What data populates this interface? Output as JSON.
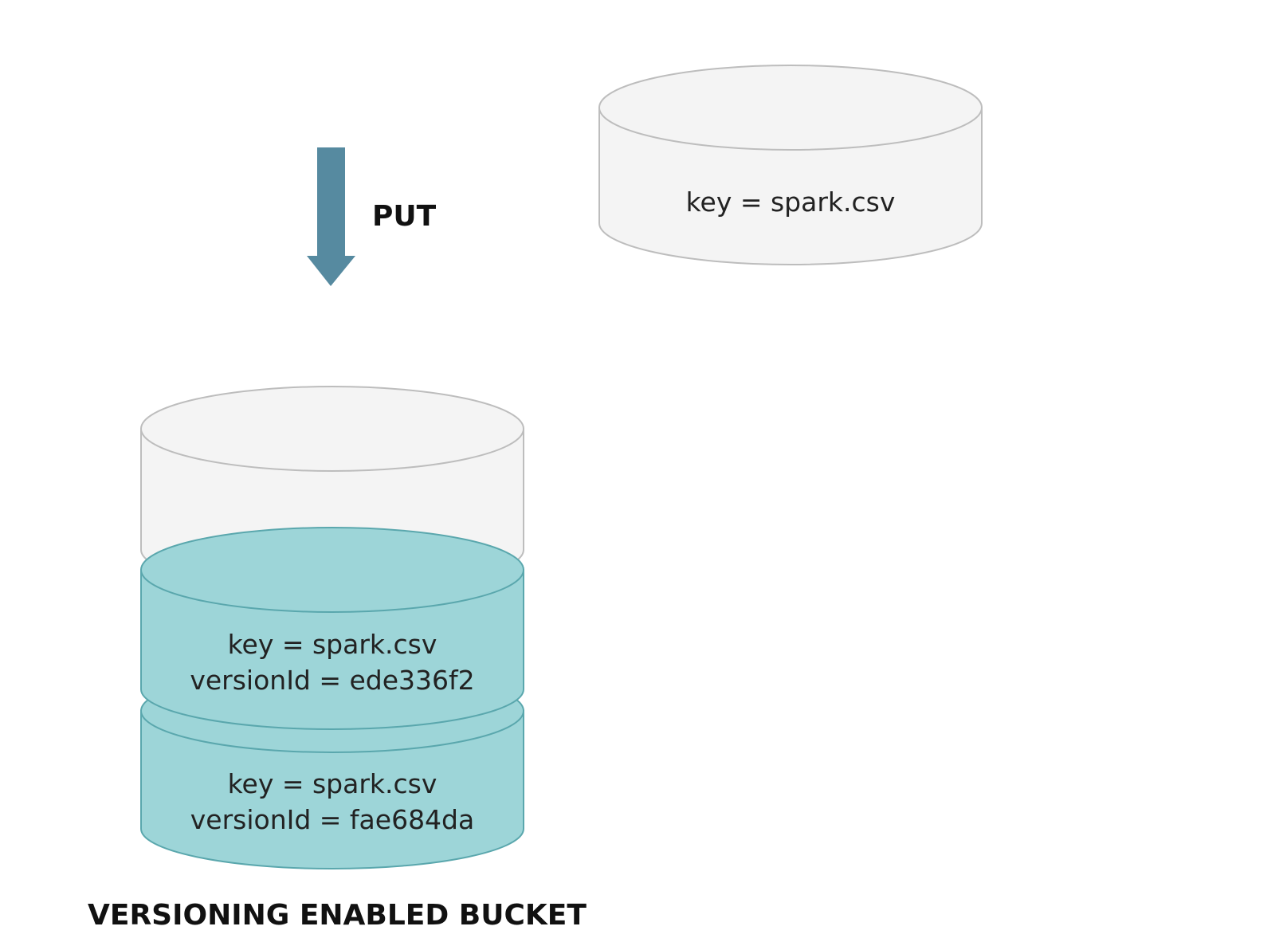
{
  "colors": {
    "arrow": "#568aa0",
    "empty_fill": "#f4f4f4",
    "empty_stroke": "#bdbdbd",
    "version_fill": "#9dd5d8",
    "version_stroke": "#5aa7ad"
  },
  "operation": {
    "label": "PUT"
  },
  "incoming_object": {
    "key_text": "key = spark.csv"
  },
  "bucket": {
    "title": "VERSIONING ENABLED BUCKET",
    "versions": [
      {
        "key_text": "key = spark.csv",
        "version_text": "versionId = ede336f2"
      },
      {
        "key_text": "key = spark.csv",
        "version_text": "versionId = fae684da"
      }
    ]
  }
}
